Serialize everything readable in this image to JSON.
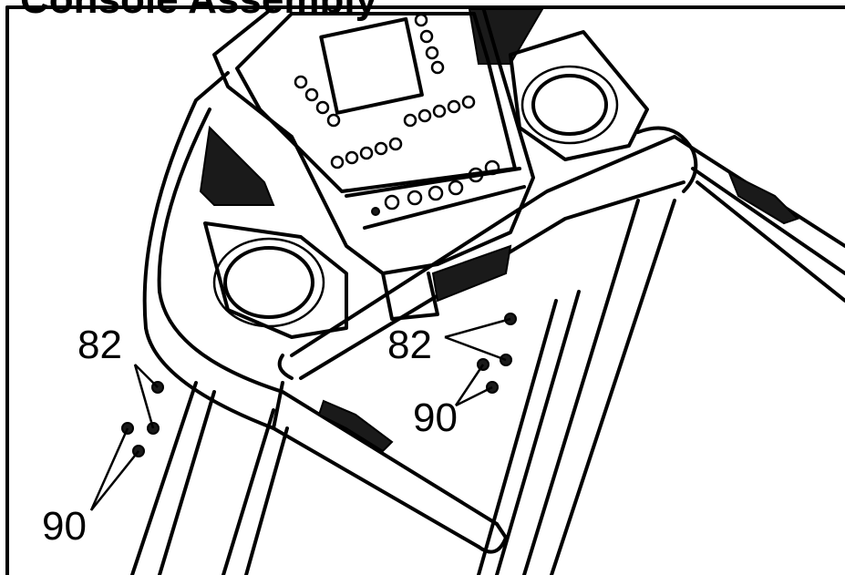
{
  "title": "Console Assembly",
  "callouts": {
    "left_upper": "82",
    "center_upper": "82",
    "center_lower": "90",
    "left_lower": "90"
  }
}
